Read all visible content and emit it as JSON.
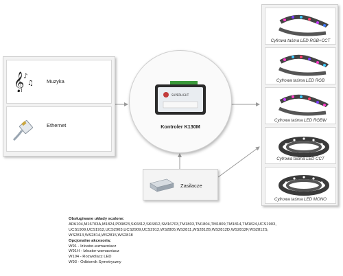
{
  "inputs": {
    "music_label": "Muzyka",
    "ethernet_label": "Ethernet"
  },
  "controller": {
    "label": "Kontroler K130M",
    "screen_brand": "SUPERLIGHT"
  },
  "power": {
    "label": "Zasilacze"
  },
  "strips": [
    {
      "caption": "Cyfrowa taśma LED RGB+CCT",
      "kind": "color"
    },
    {
      "caption": "Cyfrowa taśma LED RGB",
      "kind": "color"
    },
    {
      "caption": "Cyfrowa taśma LED RGBW",
      "kind": "color"
    },
    {
      "caption": "Cyfrowa taśma LED CCT",
      "kind": "white"
    },
    {
      "caption": "Cyfrowa taśma LED MONO",
      "kind": "white"
    }
  ],
  "info": {
    "chips_heading": "Obsługiwane układy scalone:",
    "chips_lines": [
      "APA104,M16703A,M1824,PD9823,SK6812,SK6812,SM16703,TM1803,TM1804,TM1809,TM1814,TM1824,UCS1903,",
      "UCS1909,UCS1912,UCS2903,UCS2909,UCS2912,WS2805,WS2811,WS2812B,WS2812D,WS2812F,WS2812S,",
      "WS2813,WS2814,WS2815,WS2818"
    ],
    "accessories_heading": "Opcjonalne akcesoria:",
    "accessories": [
      "W91 - Izloator-wzmacniacz",
      "W91H - Izloator-wzmacniacz",
      "W104 - Rozwidlacz LED",
      "W93 - Odbiornik Symetryczny"
    ]
  },
  "colors": {
    "panel_bg": "#f2f2f2",
    "arrow": "#9a9a9a",
    "text": "#222222"
  }
}
